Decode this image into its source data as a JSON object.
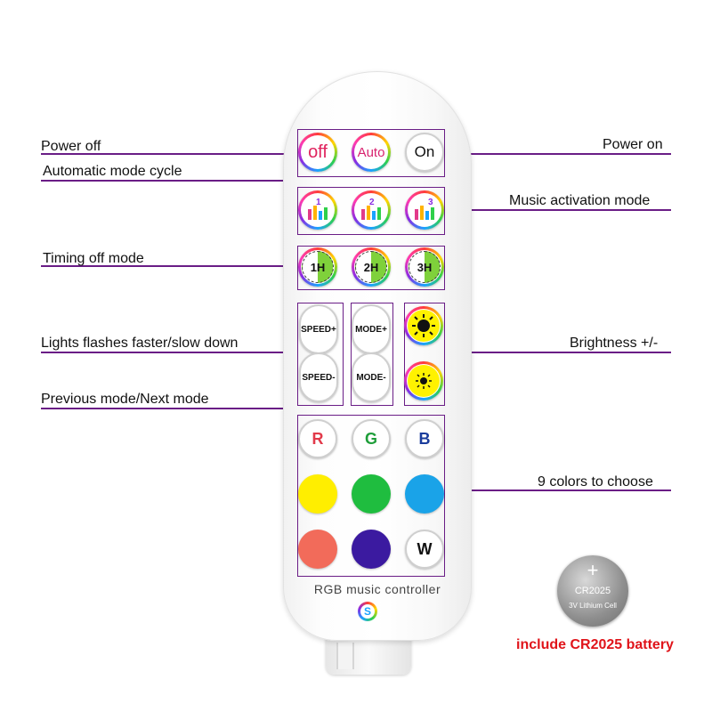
{
  "callouts": {
    "power_off": "Power off",
    "auto_cycle": "Automatic mode cycle",
    "power_on": "Power on",
    "music": "Music activation mode",
    "timing": "Timing off mode",
    "speed": "Lights flashes faster/slow down",
    "brightness": "Brightness +/-",
    "mode": "Previous mode/Next mode",
    "colors": "9 colors to choose"
  },
  "buttons": {
    "off": "off",
    "auto": "Auto",
    "on": "On",
    "music_1": "1",
    "music_2": "2",
    "music_3": "3",
    "timer_1h": "1H",
    "timer_2h": "2H",
    "timer_3h": "3H",
    "speed_plus": "SPEED+",
    "speed_minus": "SPEED-",
    "mode_plus": "MODE+",
    "mode_minus": "MODE-",
    "red": "R",
    "green": "G",
    "blue": "B",
    "white": "W"
  },
  "colors": {
    "accent_line": "#6a1d86",
    "red": "#e23a4a",
    "green": "#1f9e3a",
    "blue": "#1a3c9c",
    "yellow": "#ffee00",
    "green_fill": "#1fbd3f",
    "sky": "#1aa3e8",
    "salmon": "#f26b5a",
    "indigo": "#3b1aa0"
  },
  "brand": {
    "label": "RGB music controller",
    "logo_letter": "S"
  },
  "battery": {
    "plus": "+",
    "model": "CR2025",
    "spec": "3V Lithium Cell",
    "caption": "include CR2025 battery"
  }
}
